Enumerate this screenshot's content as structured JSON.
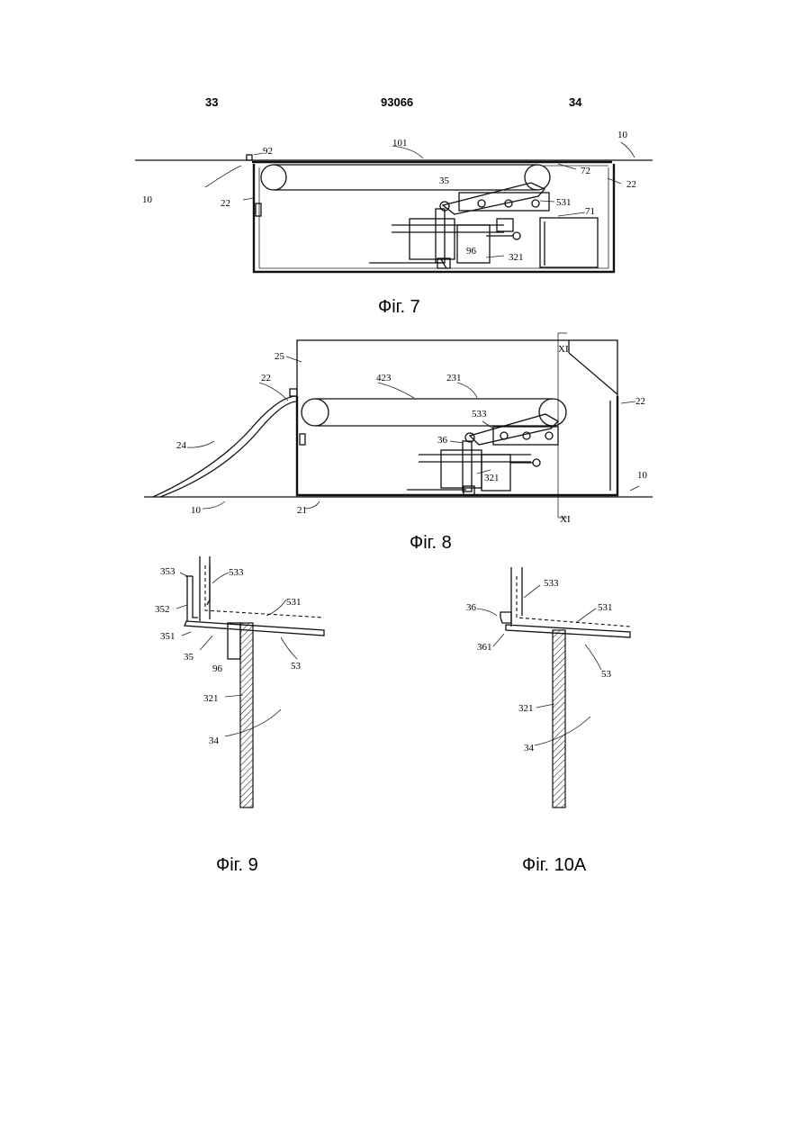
{
  "header": {
    "left_page": "33",
    "patent_number": "93066",
    "right_page": "34"
  },
  "figures": {
    "fig7": {
      "caption": "Фіг. 7",
      "labels": {
        "floor_left": "10",
        "floor_right": "10",
        "cover": "101",
        "n92": "92",
        "n22a": "22",
        "n22b": "22",
        "n72": "72",
        "n35": "35",
        "n531": "531",
        "n71": "71",
        "n96": "96",
        "n321": "321"
      }
    },
    "fig8": {
      "caption": "Фіг. 8",
      "labels": {
        "n25": "25",
        "n22a": "22",
        "n423": "423",
        "n231": "231",
        "n22b": "22",
        "xi_top": "XI",
        "xi_bottom": "XI",
        "n24": "24",
        "n533": "533",
        "n36": "36",
        "n321": "321",
        "n10a": "10",
        "n10b": "10",
        "n21": "21"
      }
    },
    "fig9": {
      "caption": "Фіг. 9",
      "labels": {
        "n353": "353",
        "n533": "533",
        "n352": "352",
        "n531": "531",
        "n351": "351",
        "n35": "35",
        "n96": "96",
        "n53": "53",
        "n321": "321",
        "n34": "34"
      }
    },
    "fig10a": {
      "caption": "Фіг. 10A",
      "labels": {
        "n533": "533",
        "n36": "36",
        "n531": "531",
        "n361": "361",
        "n53": "53",
        "n321": "321",
        "n34": "34"
      }
    }
  }
}
